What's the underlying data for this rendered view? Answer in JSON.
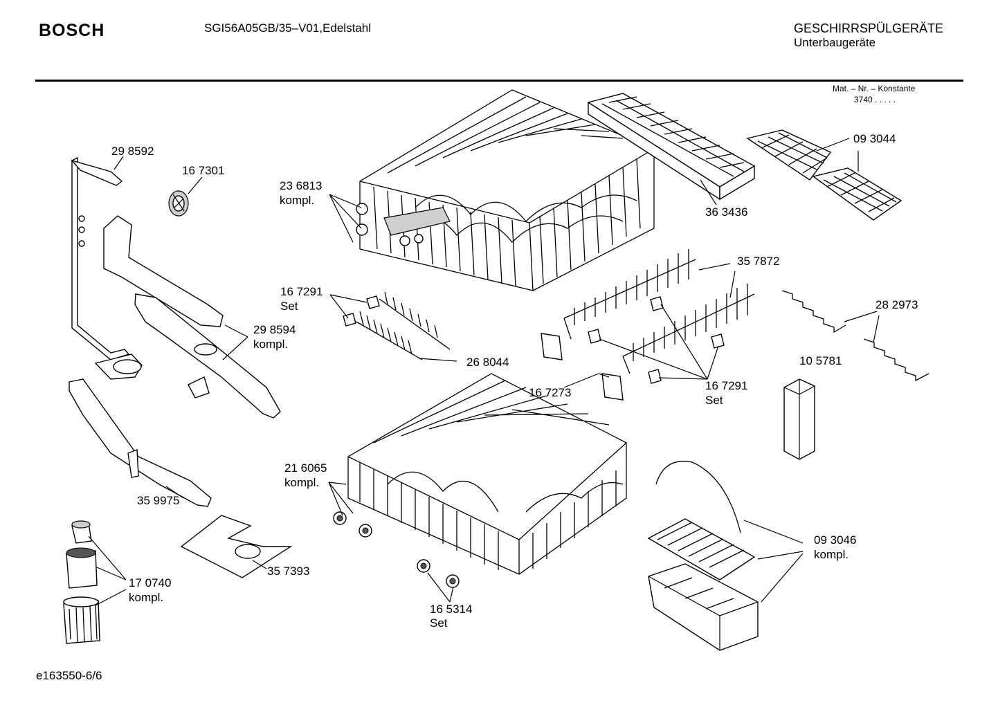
{
  "header": {
    "brand": "BOSCH",
    "model": "SGI56A05GB/35–V01,Edelstahl",
    "category": "GESCHIRRSPÜLGERÄTE",
    "subcategory": "Unterbaugeräte"
  },
  "constant": {
    "label": "Mat. – Nr. – Konstante",
    "value": "3740  .   .   .  .  ."
  },
  "labels": {
    "p298592": "29 8592",
    "p167301": "16 7301",
    "p236813": "23 6813",
    "p236813_sub": "kompl.",
    "p363436": "36 3436",
    "p093044": "09 3044",
    "p357872": "35 7872",
    "p167291a": "16 7291",
    "p167291a_sub": "Set",
    "p298594": "29 8594",
    "p298594_sub": "kompl.",
    "p268044": "26 8044",
    "p282973": "28 2973",
    "p105781": "10 5781",
    "p167273": "16 7273",
    "p167291b": "16 7291",
    "p167291b_sub": "Set",
    "p216065": "21 6065",
    "p216065_sub": "kompl.",
    "p359975": "35 9975",
    "p357393": "35 7393",
    "p093046": "09 3046",
    "p093046_sub": "kompl.",
    "p170740": "17 0740",
    "p170740_sub": "kompl.",
    "p165314": "16 5314",
    "p165314_sub": "Set"
  },
  "footer": {
    "code": "e163550-6/6"
  }
}
